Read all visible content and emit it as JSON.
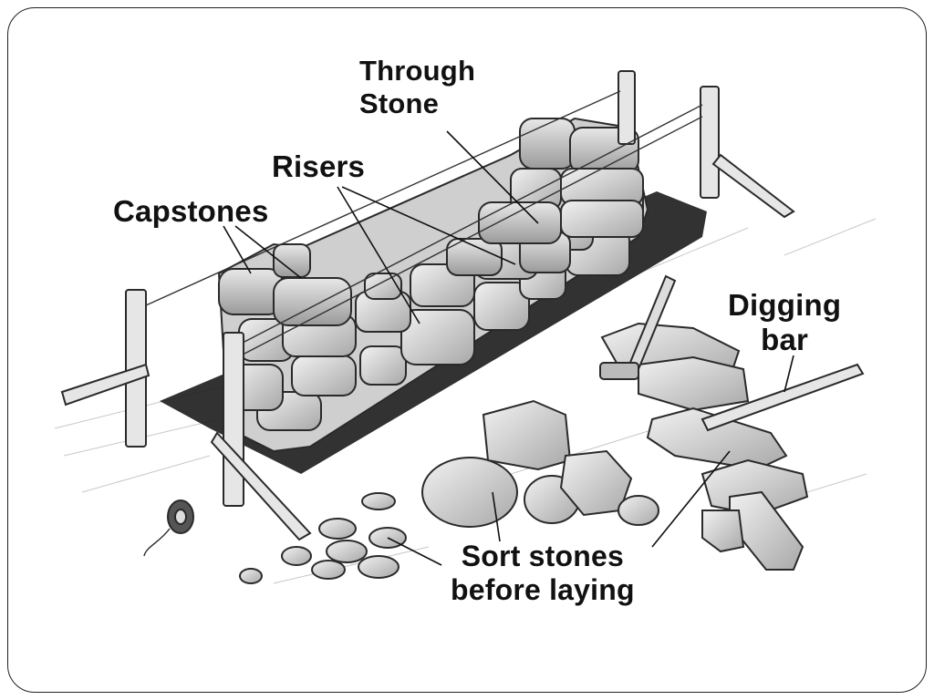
{
  "labels": {
    "through_stone": [
      "Through",
      "Stone"
    ],
    "risers": "Risers",
    "capstones": "Capstones",
    "digging_bar": [
      "Digging",
      "bar"
    ],
    "sort_stones": [
      "Sort stones",
      "before laying"
    ]
  },
  "colors": {
    "stone_fill": "#d9d9d9",
    "stone_stroke": "#2a2a2a",
    "ink": "#111111",
    "trench": "#1c1c1c"
  }
}
